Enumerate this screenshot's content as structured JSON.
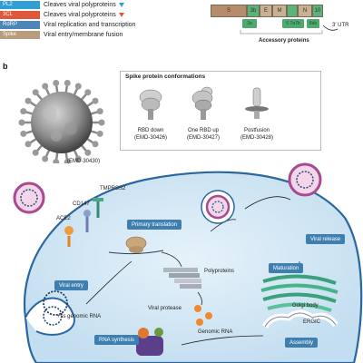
{
  "legend": [
    {
      "tag": "PL2",
      "desc": "Cleaves viral polyproteins",
      "color": "#2f9fd6",
      "tri_color": "#2f9fd6"
    },
    {
      "tag": "3CL",
      "desc": "Cleaves viral polyproteins",
      "color": "#e0583c",
      "tri_color": "#e0583c"
    },
    {
      "tag": "RdRP",
      "desc": "Viral replication and transcription",
      "color": "#4a86b8",
      "tri_color": ""
    },
    {
      "tag": "Spike",
      "desc": "Viral entry/membrane fusion",
      "color": "#b89c7c",
      "tri_color": ""
    }
  ],
  "genome": {
    "top": [
      {
        "label": "S",
        "color": "#b58d6a"
      },
      {
        "label": "3b",
        "color": "#5ab37a"
      },
      {
        "label": "E",
        "color": "#c8b093"
      },
      {
        "label": "M",
        "color": "#c8b093"
      },
      {
        "label": "",
        "color": "#5ab37a"
      },
      {
        "label": "N",
        "color": "#c8b093"
      },
      {
        "label": "10",
        "color": "#5ab37a"
      }
    ],
    "accessory": [
      {
        "label": "3a"
      },
      {
        "label": "6 7a7b"
      },
      {
        "label": "8ab"
      }
    ],
    "utr": "3′ UTR",
    "accessory_title": "Accessory proteins"
  },
  "panel_b": {
    "label": "b",
    "virion_id": "(EMD-30430)",
    "conformations_title": "Spike protein conformations",
    "conformations": [
      {
        "cap1": "RBD down",
        "cap2": "(EMD-30426)"
      },
      {
        "cap1": "One RBD up",
        "cap2": "(EMD-30427)"
      },
      {
        "cap1": "Postfusion",
        "cap2": "(EMD-30428)"
      }
    ]
  },
  "cycle": {
    "receptors": {
      "tmprss2": "TMPRSS2",
      "cd147": "CD147",
      "ace2": "ACE2"
    },
    "steps": {
      "primary_translation": "Primary translation",
      "viral_entry": "Viral entry",
      "rna_synthesis": "RNA synthesis",
      "maturation": "Maturation",
      "assembly": "Assembly",
      "viral_release": "Viral release"
    },
    "labels": {
      "polyproteins": "Polyproteins",
      "viral_protease": "Viral protease",
      "genomic_rna_entry": "+ss genomic RNA",
      "genomic_rna": "Genomic RNA",
      "golgi": "Golgi body",
      "ergic": "ERGIC"
    }
  }
}
